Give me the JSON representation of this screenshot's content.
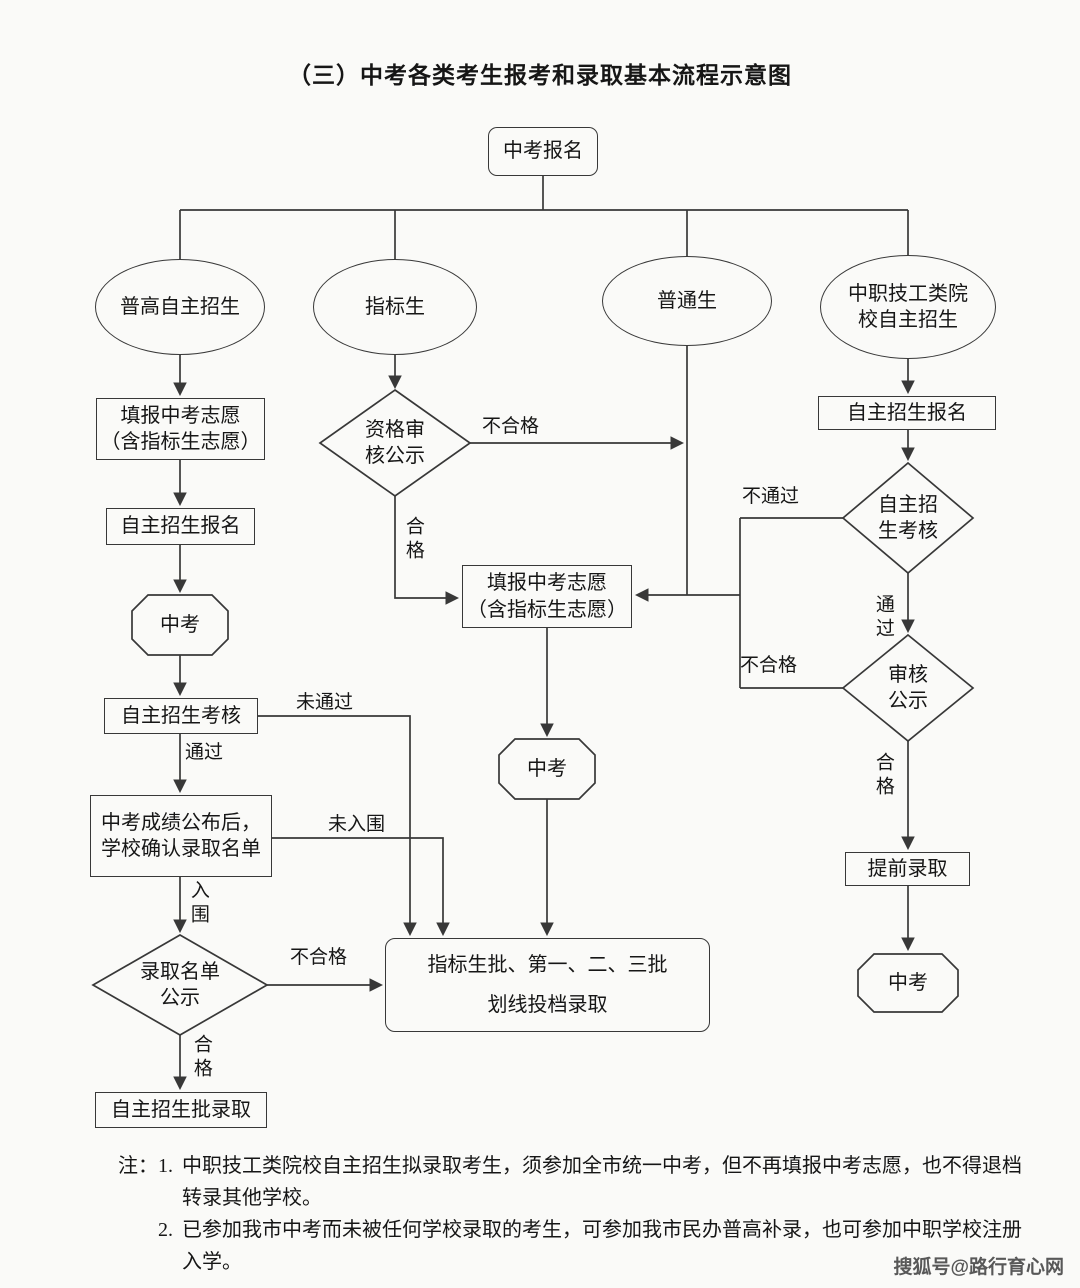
{
  "title": "（三）中考各类考生报考和录取基本流程示意图",
  "watermark": "搜狐号@路行育心网",
  "nodes": {
    "start": "中考报名",
    "pugao": "普高自主招生",
    "zhibiao": "指标生",
    "putong": "普通生",
    "zhongzhi_line1": "中职技工类院",
    "zhongzhi_line2": "校自主招生",
    "left_wish_line1": "填报中考志愿",
    "left_wish_line2": "（含指标生志愿）",
    "left_signup": "自主招生报名",
    "left_exam": "中考",
    "left_assess": "自主招生考核",
    "left_confirm_line1": "中考成绩公布后，",
    "left_confirm_line2": "学校确认录取名单",
    "left_list_line1": "录取名单",
    "left_list_line2": "公示",
    "left_admit": "自主招生批录取",
    "mid_review_line1": "资格审",
    "mid_review_line2": "核公示",
    "mid_wish_line1": "填报中考志愿",
    "mid_wish_line2": "（含指标生志愿）",
    "mid_exam": "中考",
    "final_line1": "指标生批、第一、二、三批",
    "final_line2": "划线投档录取",
    "right_signup": "自主招生报名",
    "right_assess_line1": "自主招",
    "right_assess_line2": "生考核",
    "right_review_line1": "审核",
    "right_review_line2": "公示",
    "right_early": "提前录取",
    "right_exam": "中考"
  },
  "labels": {
    "unqualified_mid": "不合格",
    "qualified_mid": "合格",
    "not_passed_left": "未通过",
    "passed_left": "通过",
    "not_shortlisted": "未入围",
    "shortlisted": "入围",
    "unqualified_left": "不合格",
    "qualified_left": "合格",
    "not_passed_right": "不通过",
    "passed_right": "通过",
    "unqualified_right": "不合格",
    "qualified_right": "合格"
  },
  "notes": {
    "items": [
      {
        "num": "注：1.",
        "text": "中职技工类院校自主招生拟录取考生，须参加全市统一中考，但不再填报中考志愿，也不得退档转录其他学校。"
      },
      {
        "num": "2.",
        "text": "已参加我市中考而未被任何学校录取的考生，可参加我市民办普高补录，也可参加中职学校注册入学。"
      }
    ]
  }
}
